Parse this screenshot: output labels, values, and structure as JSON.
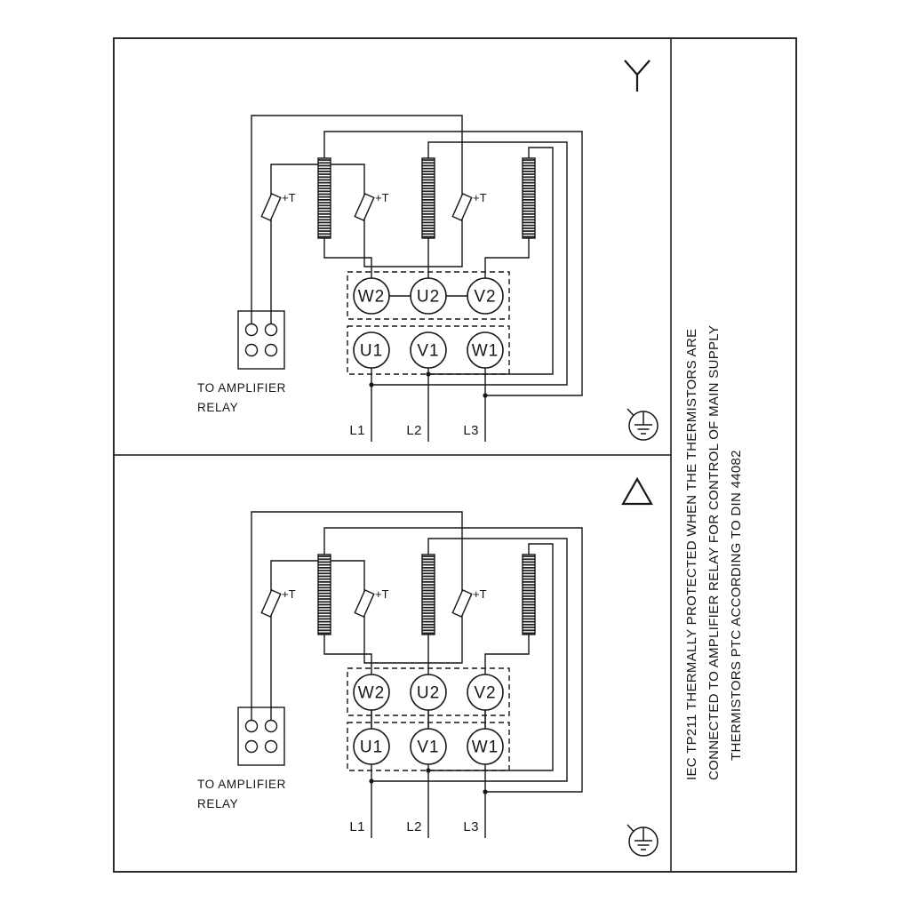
{
  "sections": [
    {
      "connection": "star",
      "symbol": "wye-icon",
      "thermistor_label": "+T",
      "terminals_top": [
        "W2",
        "U2",
        "V2"
      ],
      "terminals_bottom": [
        "U1",
        "V1",
        "W1"
      ],
      "supply_labels": [
        "L1",
        "L2",
        "L3"
      ],
      "relay_caption_line1": "TO AMPLIFIER",
      "relay_caption_line2": "RELAY",
      "earth_symbol": "earth-ground-icon"
    },
    {
      "connection": "delta",
      "symbol": "delta-icon",
      "thermistor_label": "+T",
      "terminals_top": [
        "W2",
        "U2",
        "V2"
      ],
      "terminals_bottom": [
        "U1",
        "V1",
        "W1"
      ],
      "supply_labels": [
        "L1",
        "L2",
        "L3"
      ],
      "relay_caption_line1": "TO AMPLIFIER",
      "relay_caption_line2": "RELAY",
      "earth_symbol": "earth-ground-icon"
    }
  ],
  "side_note": {
    "line1": "IEC TP211 THERMALLY PROTECTED WHEN THE THERMISTORS ARE",
    "line2": "CONNECTED TO AMPLIFIER RELAY FOR CONTROL OF MAIN SUPPLY",
    "line3": "THERMISTORS PTC ACCORDING TO DIN 44082"
  },
  "colors": {
    "line": "#161616",
    "background": "#ffffff"
  }
}
